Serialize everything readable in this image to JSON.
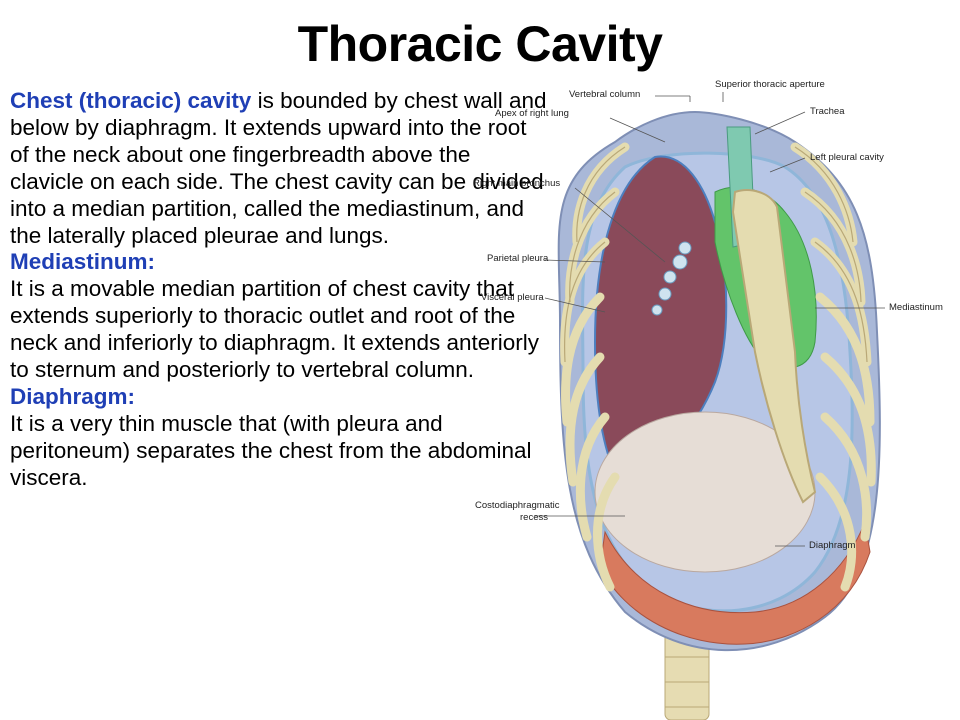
{
  "title": "Thoracic Cavity",
  "chest": {
    "keyword": "Chest (thoracic) cavity",
    "text": " is bounded by chest wall and below by diaphragm. It extends upward into the root of the neck about one fingerbreadth above the clavicle on each side. The chest cavity can be divided into a median partition, called the mediastinum, and the laterally placed pleurae and lungs."
  },
  "mediastinum": {
    "heading": "Mediastinum:",
    "text": "It is a movable median partition of chest cavity that extends superiorly to thoracic outlet and root of the neck and inferiorly to diaphragm. It extends anteriorly to sternum and posteriorly to vertebral column."
  },
  "diaphragm": {
    "heading": "Diaphragm:",
    "text": "It is a very thin muscle that (with pleura and peritoneum) separates the chest from the abdominal viscera."
  },
  "figure_labels": {
    "vertebral_column": "Vertebral column",
    "superior_thoracic_aperture": "Superior thoracic aperture",
    "apex_right_lung": "Apex of right lung",
    "trachea": "Trachea",
    "left_pleural_cavity": "Left pleural cavity",
    "right_main_bronchus": "Right main bronchus",
    "parietal_pleura": "Parietal pleura",
    "visceral_pleura": "Visceral pleura",
    "mediastinum": "Mediastinum",
    "costodiaphragmatic_recess_1": "Costodiaphragmatic",
    "costodiaphragmatic_recess_2": "recess",
    "diaphragm": "Diaphragm"
  },
  "colors": {
    "heading_blue": "#1f3fb5",
    "lung": "#8a4a5a",
    "mediastinum_green": "#63c46a",
    "pleura_blue": "#8fb6d9",
    "bone": "#e4dcb0",
    "diaphragm_muscle": "#d87a5e"
  }
}
